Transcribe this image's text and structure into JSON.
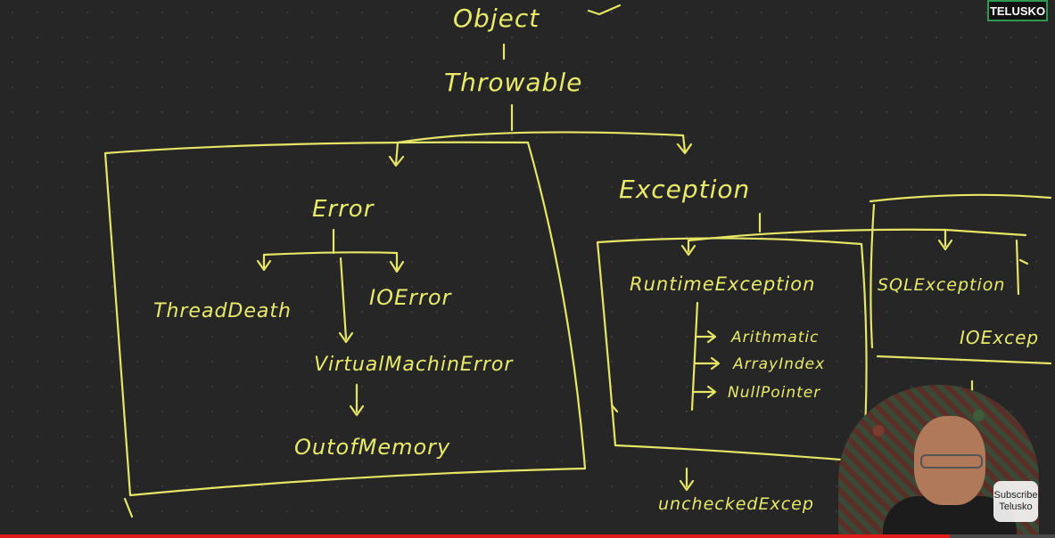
{
  "brand": {
    "logo_text": "TELUSKO"
  },
  "diagram": {
    "nodes": {
      "object": "Object",
      "throwable": "Throwable",
      "error": "Error",
      "exception": "Exception",
      "thread_death": "ThreadDeath",
      "io_error": "IOError",
      "virtual_machine_error": "VirtualMachinError",
      "out_of_memory": "OutofMemory",
      "runtime_exception": "RuntimeException",
      "arithmetic": "Arithmatic",
      "array_index": "ArrayIndex",
      "null_pointer": "NullPointer",
      "sql_exception": "SQLException",
      "io_exception": "IOExcep",
      "unchecked_exception": "uncheckedExcep"
    }
  },
  "overlay": {
    "subscribe_line1": "Subscribe",
    "subscribe_line2": "Telusko"
  },
  "video": {
    "progress": 0.9
  },
  "colors": {
    "ink": "#e6e566",
    "background": "#262626",
    "progress": "#e21b1b"
  }
}
